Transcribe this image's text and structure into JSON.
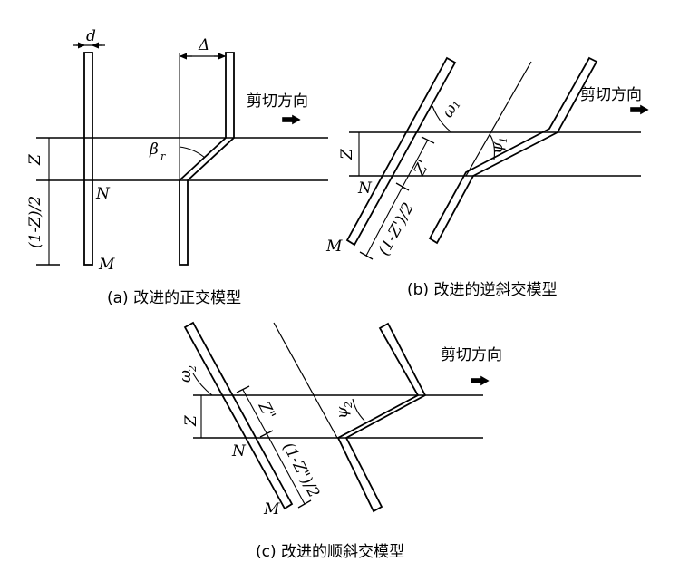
{
  "panel_a": {
    "caption": "(a) 改进的正交模型",
    "shear_dir": "剪切方向",
    "label_d": "d",
    "label_delta": "Δ",
    "label_beta": "β",
    "label_beta_sub": "r",
    "label_Z": "Z",
    "label_rest": "(1-Z)/2",
    "label_N": "N",
    "label_M": "M"
  },
  "panel_b": {
    "caption": "(b) 改进的逆斜交模型",
    "shear_dir": "剪切方向",
    "label_omega": "ω",
    "label_omega_sub": "1",
    "label_psi": "ψ",
    "label_psi_sub": "1",
    "label_Zp": "Z'",
    "label_Z": "Z",
    "label_rest": "(1-Z')/2",
    "label_N": "N",
    "label_M": "M"
  },
  "panel_c": {
    "caption": "(c) 改进的顺斜交模型",
    "shear_dir": "剪切方向",
    "label_omega": "ω",
    "label_omega_sub": "2",
    "label_psi": "ψ",
    "label_psi_sub": "2",
    "label_Zpp": "Z\"",
    "label_Z": "Z",
    "label_rest": "(1-Z\")/2",
    "label_N": "N",
    "label_M": "M"
  }
}
